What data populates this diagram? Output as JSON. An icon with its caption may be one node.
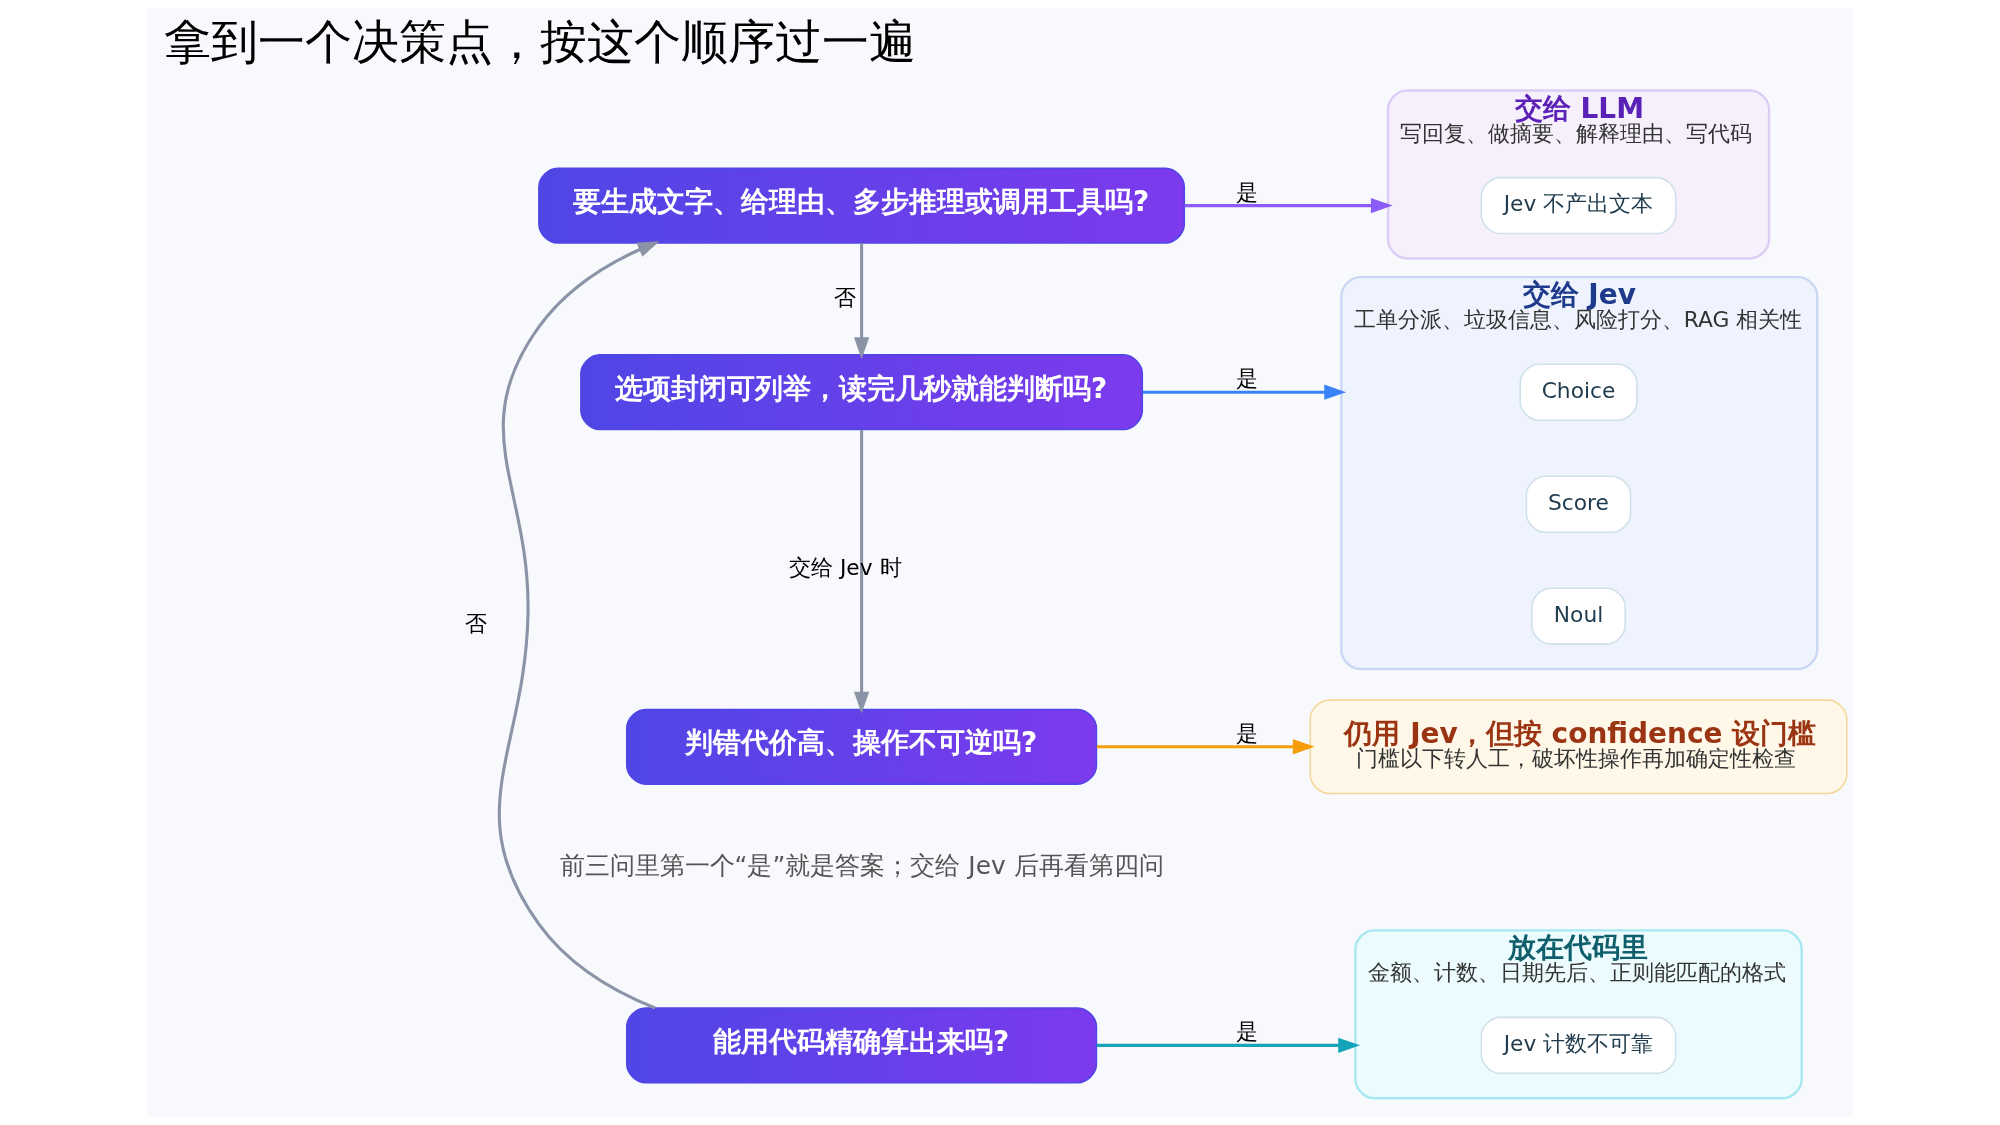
{
  "diagram": {
    "title": "拿到一个决策点，按这个顺序过一遍",
    "nodes": [
      {
        "text": [
          "能用代码精确算出来吗?"
        ]
      },
      {
        "text": [
          "放在代码里",
          "金额、计数、日期先后、正则能匹配的格式"
        ]
      },
      {
        "text": [
          "Jev 计数不可靠"
        ],
        "in": 1
      },
      {
        "text": [
          "要生成文字、给理由、多步推理或调用工具吗?"
        ]
      },
      {
        "text": [
          "交给 LLM",
          "写回复、做摘要、解释理由、写代码"
        ]
      },
      {
        "text": [
          "Jev 不产出文本"
        ],
        "in": 4
      },
      {
        "text": [
          "选项封闭可列举，读完几秒就能判断吗?"
        ]
      },
      {
        "text": [
          "交给 Jev",
          "工单分派、垃圾信息、风险打分、RAG 相关性"
        ]
      },
      {
        "text": [
          "Choice"
        ],
        "in": 7
      },
      {
        "text": [
          "Score"
        ],
        "in": 7
      },
      {
        "text": [
          "Noul"
        ],
        "in": 7
      },
      {
        "text": [
          "判错代价高、操作不可逆吗?"
        ]
      },
      {
        "text": [
          "仍用 Jev，但按 confidence 设门槛",
          "门槛以下转人工，破坏性操作再加确定性检查"
        ]
      }
    ],
    "edges": [
      {
        "from": 0,
        "to": 1,
        "arrow": "to",
        "label": "是",
        "color": "#14a3b8"
      },
      {
        "from": 0,
        "to": 3,
        "arrow": "to",
        "label": "否"
      },
      {
        "from": 3,
        "to": 4,
        "arrow": "to",
        "label": "是",
        "color": "#8b5cf6"
      },
      {
        "from": 3,
        "to": 6,
        "arrow": "to",
        "label": "否"
      },
      {
        "from": 6,
        "to": 7,
        "arrow": "to",
        "label": "是",
        "color": "#3b82f6"
      },
      {
        "from": 6,
        "to": 11,
        "arrow": "to",
        "label": "交给 Jev 时"
      },
      {
        "from": 11,
        "to": 12,
        "arrow": "to",
        "label": "是",
        "color": "#f59e0b"
      }
    ],
    "labels": [
      "前三问里第一个“是”就是答案；交给 Jev 后再看第四问"
    ]
  }
}
